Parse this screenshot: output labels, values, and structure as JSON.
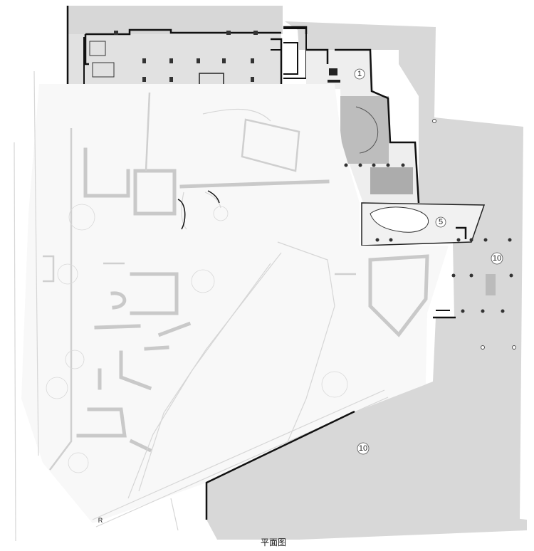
{
  "plan": {
    "caption": "平面图",
    "zone_labels": [
      {
        "id": "zone-1",
        "text": "1"
      },
      {
        "id": "zone-5",
        "text": "5"
      },
      {
        "id": "zone-10-east",
        "text": "10"
      },
      {
        "id": "zone-10-south",
        "text": "10"
      }
    ],
    "marker_r": "R",
    "colors": {
      "ground": "#d9d9d9",
      "building": "#e8e8e8",
      "wall_dark": "#1a1a1a",
      "site_light": "#f7f7f7"
    }
  }
}
